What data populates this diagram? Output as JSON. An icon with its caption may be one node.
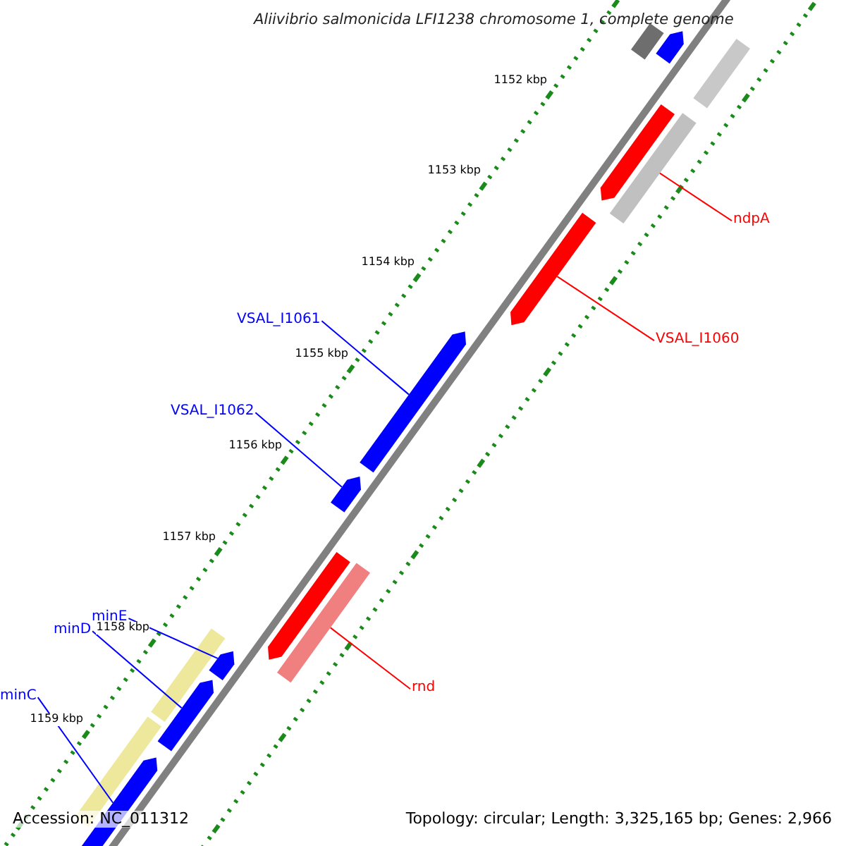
{
  "diagram": {
    "title": "Aliivibrio salmonicida LFI1238 chromosome 1, complete genome",
    "nodes": [
      {
        "text": [
          "ndpA"
        ]
      },
      {
        "text": [
          "VSAL_I1060"
        ]
      },
      {
        "text": [
          "VSAL_I1061"
        ]
      },
      {
        "text": [
          "VSAL_I1062"
        ]
      },
      {
        "text": [
          "minE"
        ]
      },
      {
        "text": [
          "minD"
        ]
      },
      {
        "text": [
          "minC"
        ]
      },
      {
        "text": [
          "rnd"
        ]
      },
      {
        "text": [],
        "shape": "bar"
      },
      {
        "text": [],
        "shape": "bar"
      },
      {
        "text": [],
        "shape": "bar"
      },
      {
        "text": [],
        "shape": "bar"
      },
      {
        "text": [],
        "shape": "bar"
      },
      {
        "text": [],
        "shape": "bar"
      },
      {
        "text": [],
        "shape": "bar"
      },
      {
        "text": [],
        "shape": "bar"
      },
      {
        "text": [],
        "shape": "bar"
      },
      {
        "text": [],
        "shape": "bar"
      },
      {
        "text": [],
        "shape": "bar"
      },
      {
        "text": [],
        "shape": "bar"
      },
      {
        "text": [],
        "shape": "bar"
      },
      {
        "text": [],
        "shape": "bar"
      },
      {
        "text": [],
        "shape": "bar"
      }
    ],
    "edges": [
      {
        "from": 0,
        "to": 8,
        "arrow": "none",
        "color": "#ff0000"
      },
      {
        "from": 1,
        "to": 9,
        "arrow": "none",
        "color": "#ff0000"
      },
      {
        "from": 2,
        "to": 10,
        "arrow": "none"
      },
      {
        "from": 3,
        "to": 11,
        "arrow": "none"
      },
      {
        "from": 4,
        "to": 12,
        "arrow": "none"
      },
      {
        "from": 5,
        "to": 13,
        "arrow": "none"
      },
      {
        "from": 6,
        "to": 14,
        "arrow": "none"
      },
      {
        "from": 7,
        "to": 15,
        "arrow": "none",
        "color": "#ff0000"
      }
    ],
    "labels": [
      "1152 kbp",
      "1153 kbp",
      "1154 kbp",
      "1155 kbp",
      "1156 kbp",
      "1157 kbp",
      "1158 kbp",
      "1159 kbp",
      "Accession: NC_011312",
      "Topology: circular; Length: 3,325,165 bp; Genes: 2,966"
    ]
  }
}
